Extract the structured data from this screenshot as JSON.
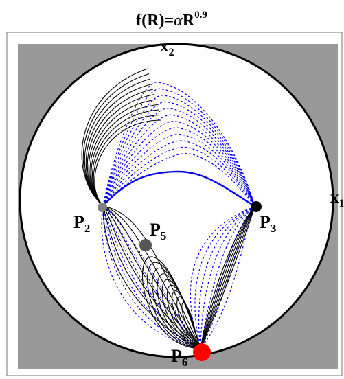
{
  "title": {
    "prefix": "f(R)=",
    "alpha": "α",
    "base": "R",
    "exponent": "0.9"
  },
  "axes": {
    "x2": {
      "base": "x",
      "sub": "2"
    },
    "x1": {
      "base": "x",
      "sub": "1"
    }
  },
  "points": [
    {
      "id": "P2",
      "base": "P",
      "sub": "2",
      "color": "#808080"
    },
    {
      "id": "P3",
      "base": "P",
      "sub": "3",
      "color": "#000000"
    },
    {
      "id": "P5",
      "base": "P",
      "sub": "5",
      "color": "#555555"
    },
    {
      "id": "P6",
      "base": "P",
      "sub": "6",
      "color": "#ff0000"
    }
  ],
  "colors": {
    "background": "#999999",
    "disk": "#ffffff",
    "solid_curves": "#000000",
    "dashed_curves": "#0000ee",
    "geodesic": "#0000ee"
  }
}
